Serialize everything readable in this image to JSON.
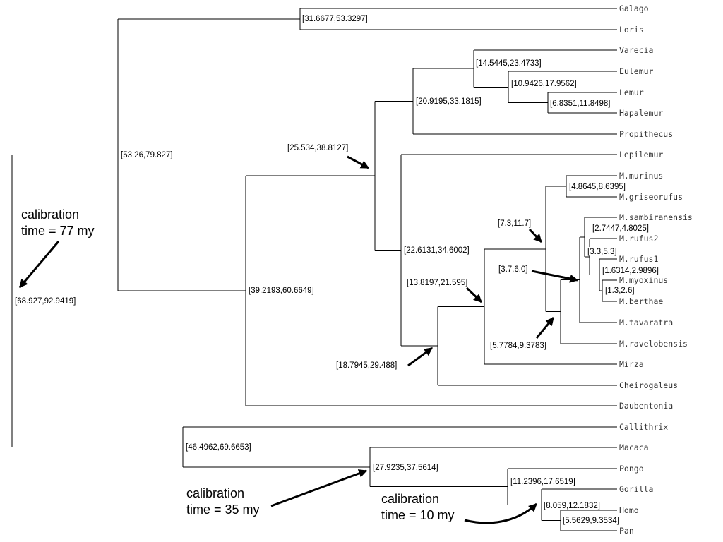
{
  "taxa": [
    "Galago",
    "Loris",
    "Varecia",
    "Eulemur",
    "Lemur",
    "Hapalemur",
    "Propithecus",
    "Lepilemur",
    "M.murinus",
    "M.griseorufus",
    "M.sambiranensis",
    "M.rufus2",
    "M.rufus1",
    "M.myoxinus",
    "M.berthae",
    "M.tavaratra",
    "M.ravelobensis",
    "Mirza",
    "Cheirogaleus",
    "Daubentonia",
    "Callithrix",
    "Macaca",
    "Pongo",
    "Gorilla",
    "Homo",
    "Pan"
  ],
  "nodes": {
    "root": "[68.927,92.9419]",
    "strepsirrhini": "[53.26,79.827]",
    "lorisiformes": "[31.6677,53.3297]",
    "lemuriformes": "[39.2193,60.6649]",
    "lemurs_cheirogaleids": "[25.534,38.8127]",
    "lemurids_propithecus": "[20.9195,33.1815]",
    "lemuridae": "[14.5445,23.4733]",
    "eulemur_group": "[10.9426,17.9562]",
    "lemur_hapalemur": "[6.8351,11.8498]",
    "lepilemur_cheirogaleids": "[22.6131,34.6002]",
    "cheirogaleidae": "[18.7945,29.488]",
    "microcebus_mirza": "[13.8197,21.595]",
    "microcebus": "[7.3,11.7]",
    "murinus_griseorufus": "[4.8645,8.6395]",
    "microcebus_rest": "[5.7784,9.3783]",
    "microcebus_inner": "[3.7,6.0]",
    "sambiranensis_group": "[2.7447,4.8025]",
    "rufus_group": "[3.3,5.3]",
    "rufus1_group": "[1.6314,2.9896]",
    "myoxinus_berthae": "[1.3,2.6]",
    "anthropoidea": "[46.4962,69.6653]",
    "catarrhini": "[27.9235,37.5614]",
    "hominidae": "[11.2396,17.6519]",
    "homininae": "[8.059,12.1832]",
    "homo_pan": "[5.5629,9.3534]"
  },
  "calibrations": {
    "root": [
      "calibration",
      "time = 77 my"
    ],
    "catarrhini": [
      "calibration",
      "time = 35 my"
    ],
    "homininae": [
      "calibration",
      "time = 10 my"
    ]
  }
}
